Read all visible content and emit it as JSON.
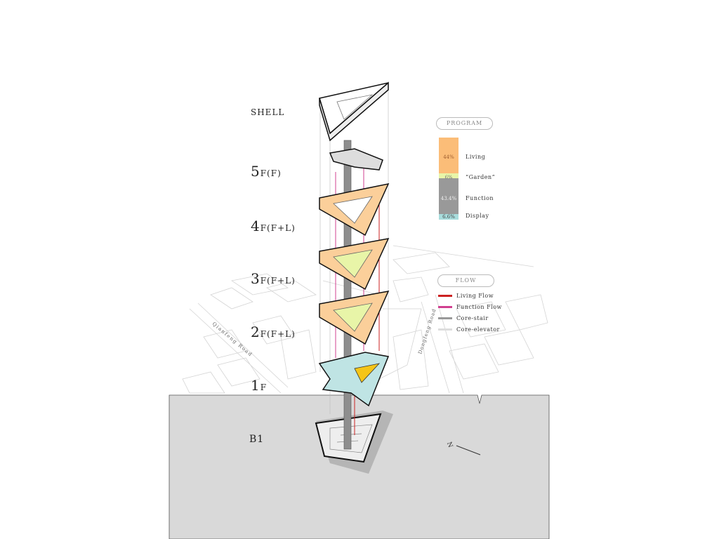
{
  "floors": [
    {
      "num": "",
      "suffix": "SHELL"
    },
    {
      "num": "5",
      "suffix": "F(F)"
    },
    {
      "num": "4",
      "suffix": "F(F+L)"
    },
    {
      "num": "3",
      "suffix": "F(F+L)"
    },
    {
      "num": "2",
      "suffix": "F(F+L)"
    },
    {
      "num": "1",
      "suffix": "F"
    },
    {
      "num": "",
      "suffix": "B1"
    }
  ],
  "program": {
    "title": "PROGRAM",
    "items": [
      {
        "label": "Living",
        "pct": "44%",
        "value": 44,
        "color": "#fbbd78"
      },
      {
        "label": "“Garden”",
        "pct": "6%",
        "value": 6,
        "color": "#e8f5a8"
      },
      {
        "label": "Function",
        "pct": "43.4%",
        "value": 43.4,
        "color": "#999999"
      },
      {
        "label": "Display",
        "pct": "6.6%",
        "value": 6.6,
        "color": "#a8dcdc"
      }
    ]
  },
  "flow": {
    "title": "FLOW",
    "items": [
      {
        "label": "Living Flow",
        "color": "#cc2222"
      },
      {
        "label": "Function Flow",
        "color": "#d04090"
      },
      {
        "label": "Core-stair",
        "color": "#999999"
      },
      {
        "label": "Core-elevator",
        "color": "#dddddd"
      }
    ]
  },
  "roads": {
    "left": "Qianfeng Road",
    "right": "Dongfeng Road"
  },
  "north": "N"
}
